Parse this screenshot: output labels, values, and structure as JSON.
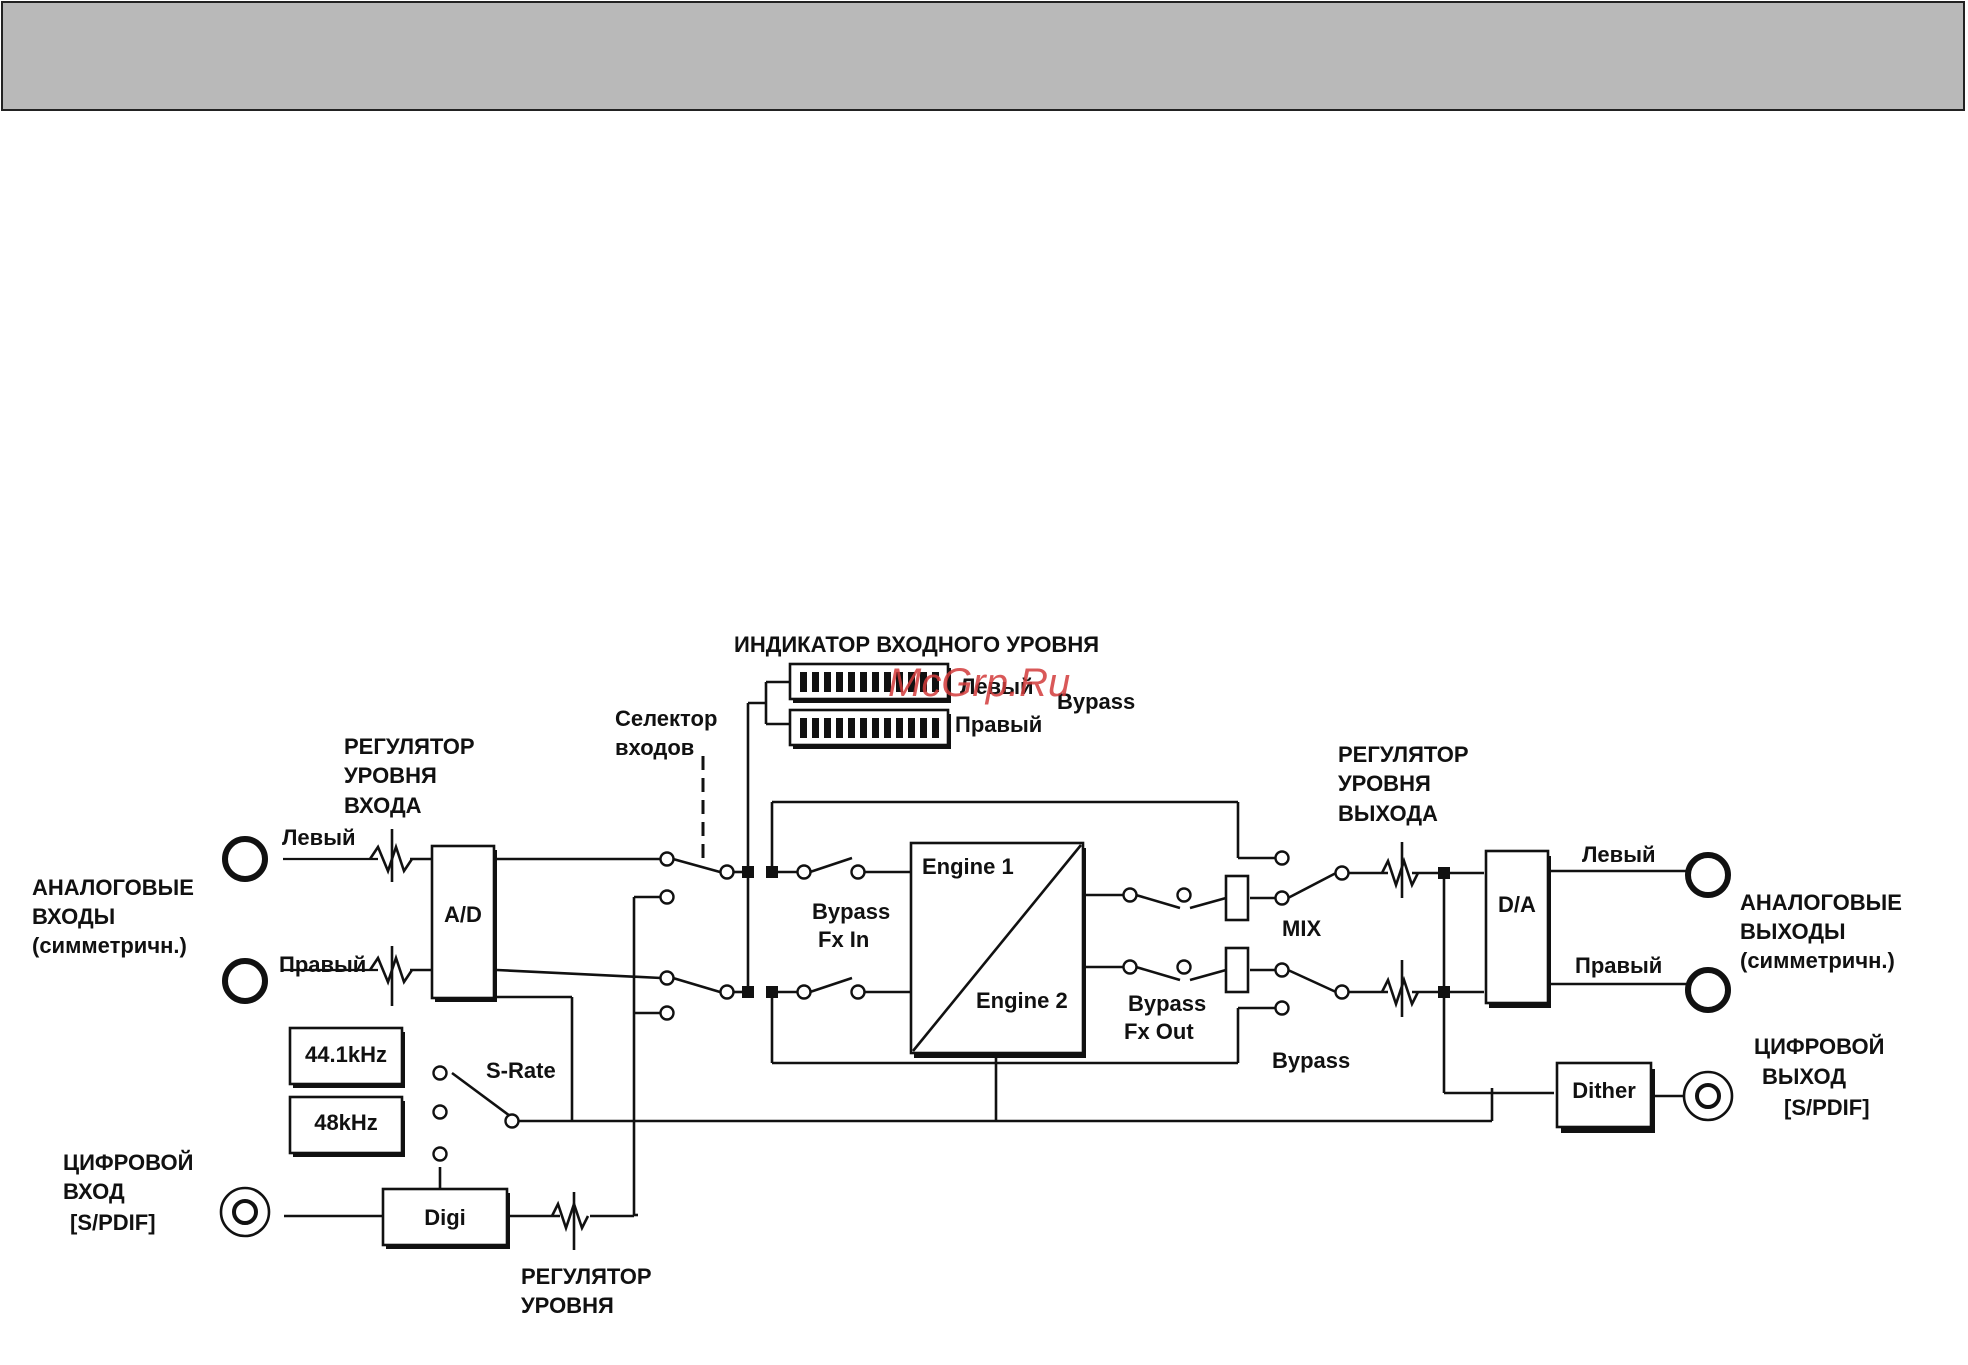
{
  "header_bar": {
    "color": "#b9b9b9"
  },
  "watermark": {
    "text": "McGrp.Ru",
    "color": "#d33c3c"
  },
  "labels": {
    "input_meter": "ИНДИКАТОР ВХОДНОГО УРОВНЯ",
    "meter_left": "Левый",
    "meter_right": "Правый",
    "meter_bypass": "Bypass",
    "input_selector_1": "Селектор",
    "input_selector_2": "входов",
    "input_level_1": "РЕГУЛЯТОР",
    "input_level_2": "УРОВНЯ",
    "input_level_3": "ВХОДА",
    "output_level_1": "РЕГУЛЯТОР",
    "output_level_2": "УРОВНЯ",
    "output_level_3": "ВЫХОДА",
    "analog_in_1": "АНАЛОГОВЫЕ",
    "analog_in_2": "ВХОДЫ",
    "analog_in_3": "(симметричн.)",
    "in_left": "Левый",
    "in_right": "Правый",
    "analog_out_1": "АНАЛОГОВЫЕ",
    "analog_out_2": "ВЫХОДЫ",
    "analog_out_3": "(симметричн.)",
    "out_left": "Левый",
    "out_right": "Правый",
    "digital_out_1": "ЦИФРОВОЙ",
    "digital_out_2": "ВЫХОД",
    "digital_out_3": "[S/PDIF]",
    "digital_in_1": "ЦИФРОВОЙ",
    "digital_in_2": "ВХОД",
    "digital_in_3": "[S/PDIF]",
    "level_reg_1": "РЕГУЛЯТОР",
    "level_reg_2": "УРОВНЯ",
    "bypass_fx_in_1": "Bypass",
    "bypass_fx_in_2": "Fx In",
    "bypass_fx_out_1": "Bypass",
    "bypass_fx_out_2": "Fx Out",
    "mix": "MIX",
    "bypass_bottom": "Bypass",
    "s_rate": "S-Rate"
  },
  "blocks": {
    "ad": "A/D",
    "da": "D/A",
    "engine1": "Engine 1",
    "engine2": "Engine 2",
    "rate_441": "44.1kHz",
    "rate_48": "48kHz",
    "digi": "Digi",
    "dither": "Dither"
  }
}
